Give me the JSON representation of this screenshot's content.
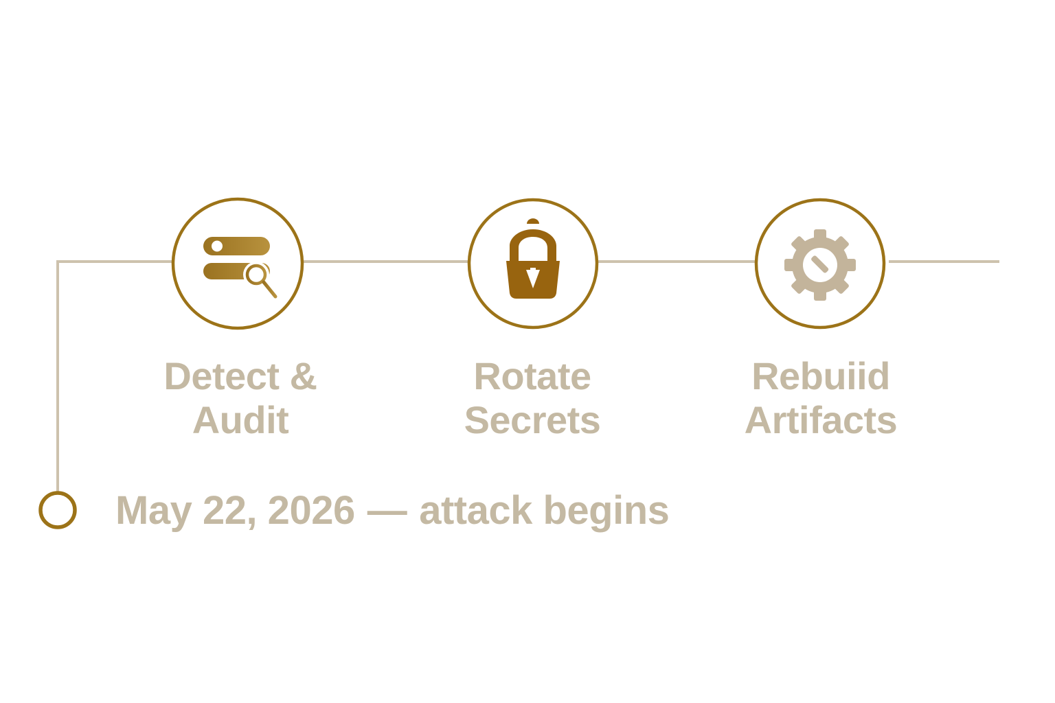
{
  "colors": {
    "accent": "#9c7318",
    "accent_dark": "#98640f",
    "line": "#cdc2ad",
    "text": "#c4b9a3",
    "gear": "#c3b49b",
    "background": "#ffffff"
  },
  "steps": [
    {
      "icon": "server-search-icon",
      "line1": "Detect &",
      "line2": "Audit"
    },
    {
      "icon": "padlock-arrow-icon",
      "line1": "Rotate",
      "line2": "Secrets"
    },
    {
      "icon": "gear-icon",
      "line1": "Rebuiid",
      "line2": "Artifacts"
    }
  ],
  "milestone": {
    "date": "May 22, 2026",
    "separator": "—",
    "text": "attack begins"
  }
}
